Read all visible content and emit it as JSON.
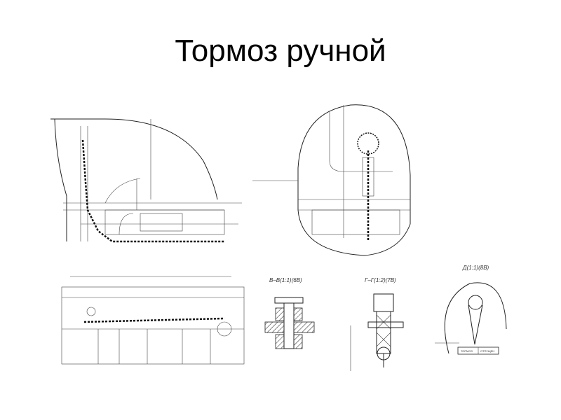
{
  "slide": {
    "title": "Тормоз ручной"
  },
  "drawing": {
    "section_b": "В–В(1:1)(6В)",
    "section_g": "Г–Г(1:2)(7В)",
    "view_d": "Д(1:1)(8В)",
    "plate_left": "ТОРМОЗ",
    "plate_right": "ОТПУЩЕН"
  }
}
